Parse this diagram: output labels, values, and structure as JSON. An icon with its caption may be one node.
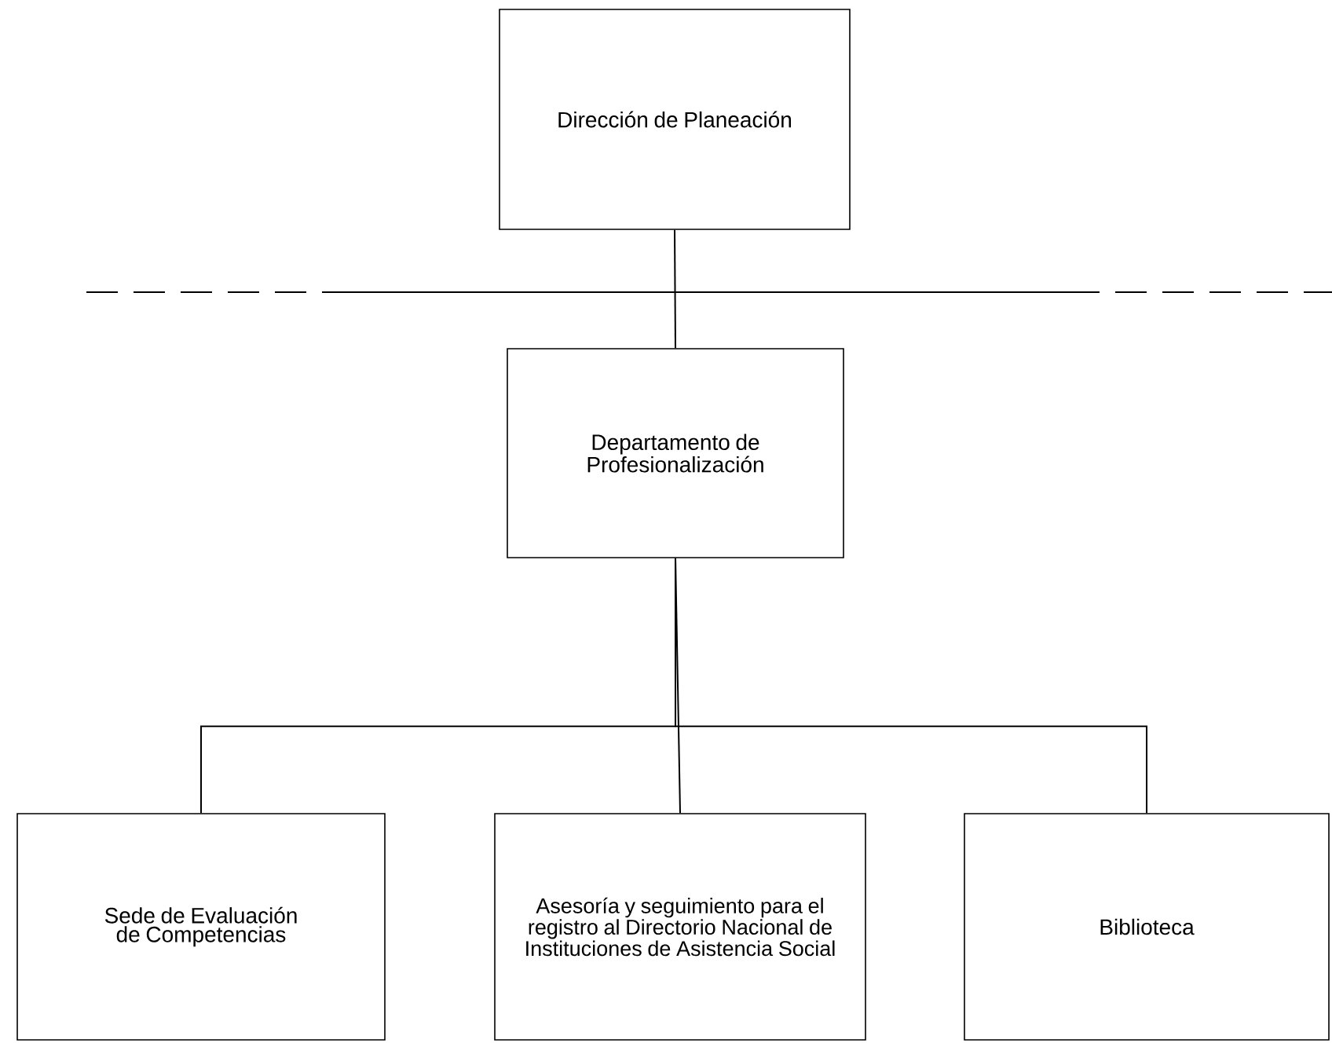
{
  "diagram": {
    "nodes": [
      {
        "text": [
          "Dirección de Planeación"
        ]
      },
      {
        "text": [
          "Departamento de Profesionalización"
        ]
      },
      {
        "text": [
          "Sede de Evaluación de Competencias"
        ]
      },
      {
        "text": [
          "Asesoría y seguimiento para el registro al Directorio Nacional de Instituciones de Asistencia Social"
        ]
      },
      {
        "text": [
          "Biblioteca"
        ]
      }
    ],
    "edges": [
      {
        "from": 0,
        "to": 1,
        "arrow": "none"
      },
      {
        "from": 1,
        "to": 2,
        "arrow": "none"
      },
      {
        "from": 1,
        "to": 3,
        "arrow": "none"
      },
      {
        "from": 1,
        "to": 4,
        "arrow": "none"
      }
    ]
  }
}
